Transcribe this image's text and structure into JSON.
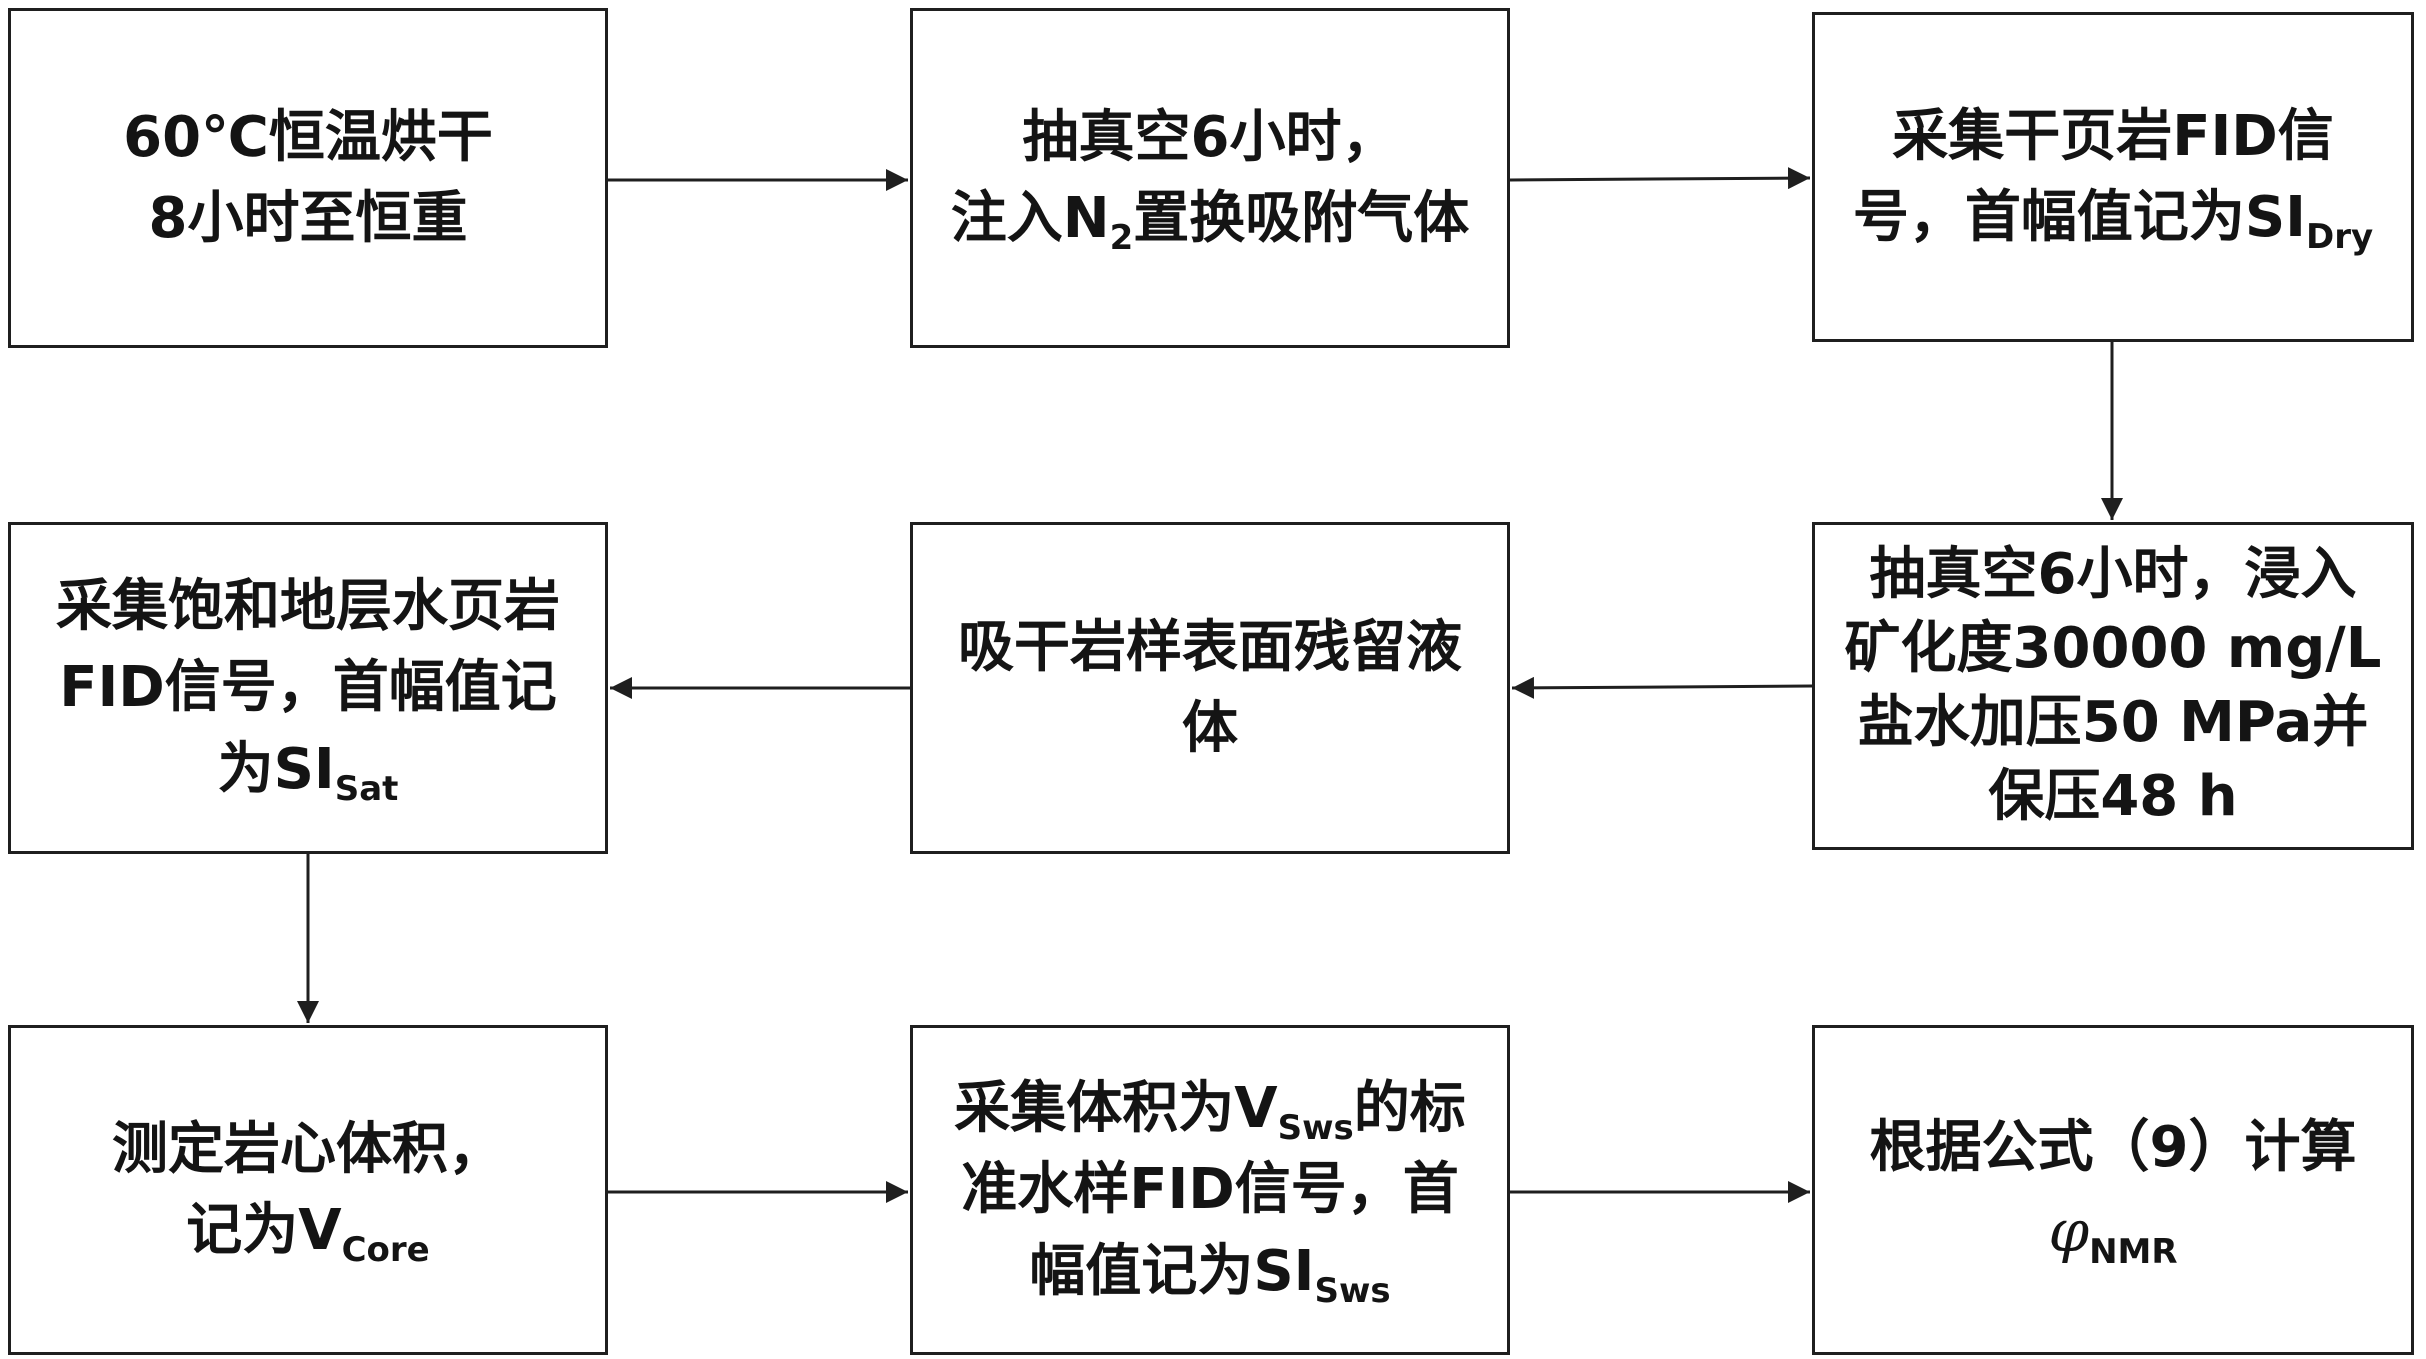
{
  "boxes": {
    "b1": {
      "lines": [
        "60℃恒温烘干",
        "8小时至恒重"
      ]
    },
    "b2": {
      "line1": "抽真空6小时，",
      "line2_pre": "注入N",
      "line2_sub": "2",
      "line2_post": "置换吸附气体"
    },
    "b3": {
      "line1": "采集干页岩FID信",
      "line2_pre": "号，首幅值记为SI",
      "line2_sub": "Dry"
    },
    "b4": {
      "lines": [
        "抽真空6小时，浸入",
        "矿化度30000 mg/L",
        "盐水加压50 MPa并",
        "保压48 h"
      ]
    },
    "b5": {
      "lines": [
        "吸干岩样表面残留液",
        "体"
      ]
    },
    "b6": {
      "line1": "采集饱和地层水页岩",
      "line2": "FID信号，首幅值记",
      "line3_pre": "为SI",
      "line3_sub": "Sat"
    },
    "b7": {
      "line1": "测定岩心体积，",
      "line2_pre": "记为V",
      "line2_sub": "Core"
    },
    "b8": {
      "line1_pre": "采集体积为V",
      "line1_sub": "Sws",
      "line1_post": "的标",
      "line2": "准水样FID信号，首",
      "line3_pre": "幅值记为SI",
      "line3_sub": "Sws"
    },
    "b9": {
      "line1": "根据公式（9）计算",
      "line2_symbol": "φ",
      "line2_sub": "NMR"
    }
  },
  "colors": {
    "border": "#1f1f1f",
    "text": "#141414",
    "arrow": "#1f1f1f",
    "background": "#ffffff"
  }
}
